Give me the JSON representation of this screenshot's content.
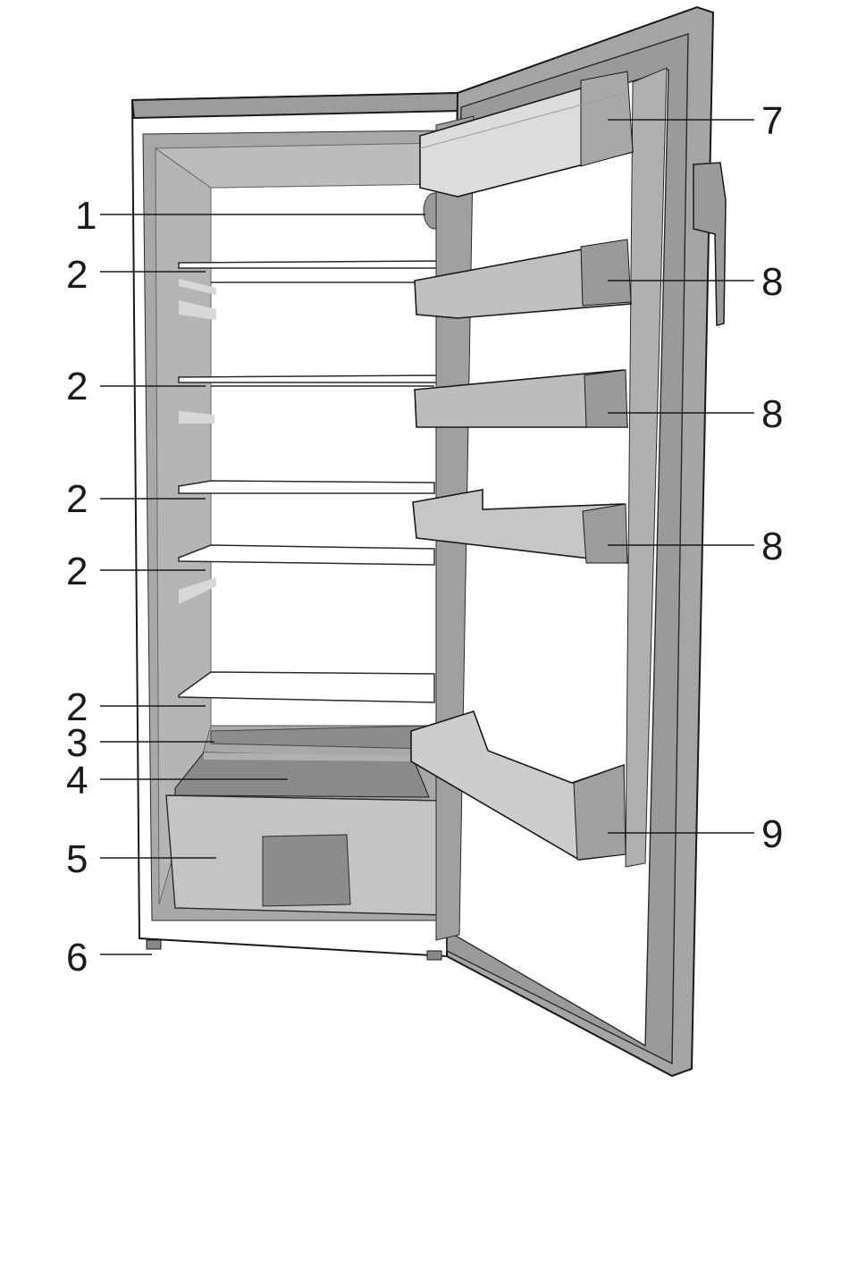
{
  "colors": {
    "cabinet_outer": "#a9a9a9",
    "cabinet_inner": "#9a9a9a",
    "interior_back": "#ffffff",
    "door_face": "#ffffff",
    "door_frame": "#a0a0a0",
    "gasket": "#8f8f8f",
    "bin_fill": "#b8b8b8",
    "outline": "#1a1a1a"
  },
  "callouts": [
    {
      "label": "1",
      "part": "thermostat-light-housing"
    },
    {
      "label": "2",
      "part": "glass-shelf"
    },
    {
      "label": "2",
      "part": "glass-shelf"
    },
    {
      "label": "2",
      "part": "glass-shelf"
    },
    {
      "label": "2",
      "part": "glass-shelf"
    },
    {
      "label": "2",
      "part": "glass-shelf"
    },
    {
      "label": "3",
      "part": "drain-channel"
    },
    {
      "label": "4",
      "part": "crisper-cover"
    },
    {
      "label": "5",
      "part": "crisper-drawer"
    },
    {
      "label": "6",
      "part": "adjustable-foot"
    },
    {
      "label": "7",
      "part": "door-shelf-top"
    },
    {
      "label": "8",
      "part": "door-shelf"
    },
    {
      "label": "8",
      "part": "door-shelf"
    },
    {
      "label": "8",
      "part": "door-shelf"
    },
    {
      "label": "9",
      "part": "bottle-shelf"
    }
  ]
}
